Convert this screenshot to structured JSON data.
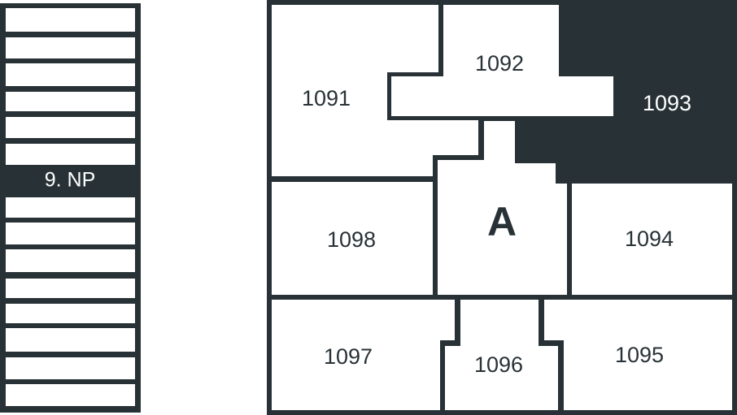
{
  "colors": {
    "wall": "#283236",
    "room": "#ffffff",
    "selected": "#283236"
  },
  "floor_selector": {
    "floor_count": 15,
    "selected_index": 6,
    "selected_label": "9. NP"
  },
  "floor_plan": {
    "core_label": "A",
    "selected_unit": "1093",
    "units": [
      {
        "id": "1091",
        "label": "1091"
      },
      {
        "id": "1092",
        "label": "1092"
      },
      {
        "id": "1093",
        "label": "1093"
      },
      {
        "id": "1094",
        "label": "1094"
      },
      {
        "id": "1095",
        "label": "1095"
      },
      {
        "id": "1096",
        "label": "1096"
      },
      {
        "id": "1097",
        "label": "1097"
      },
      {
        "id": "1098",
        "label": "1098"
      }
    ]
  }
}
